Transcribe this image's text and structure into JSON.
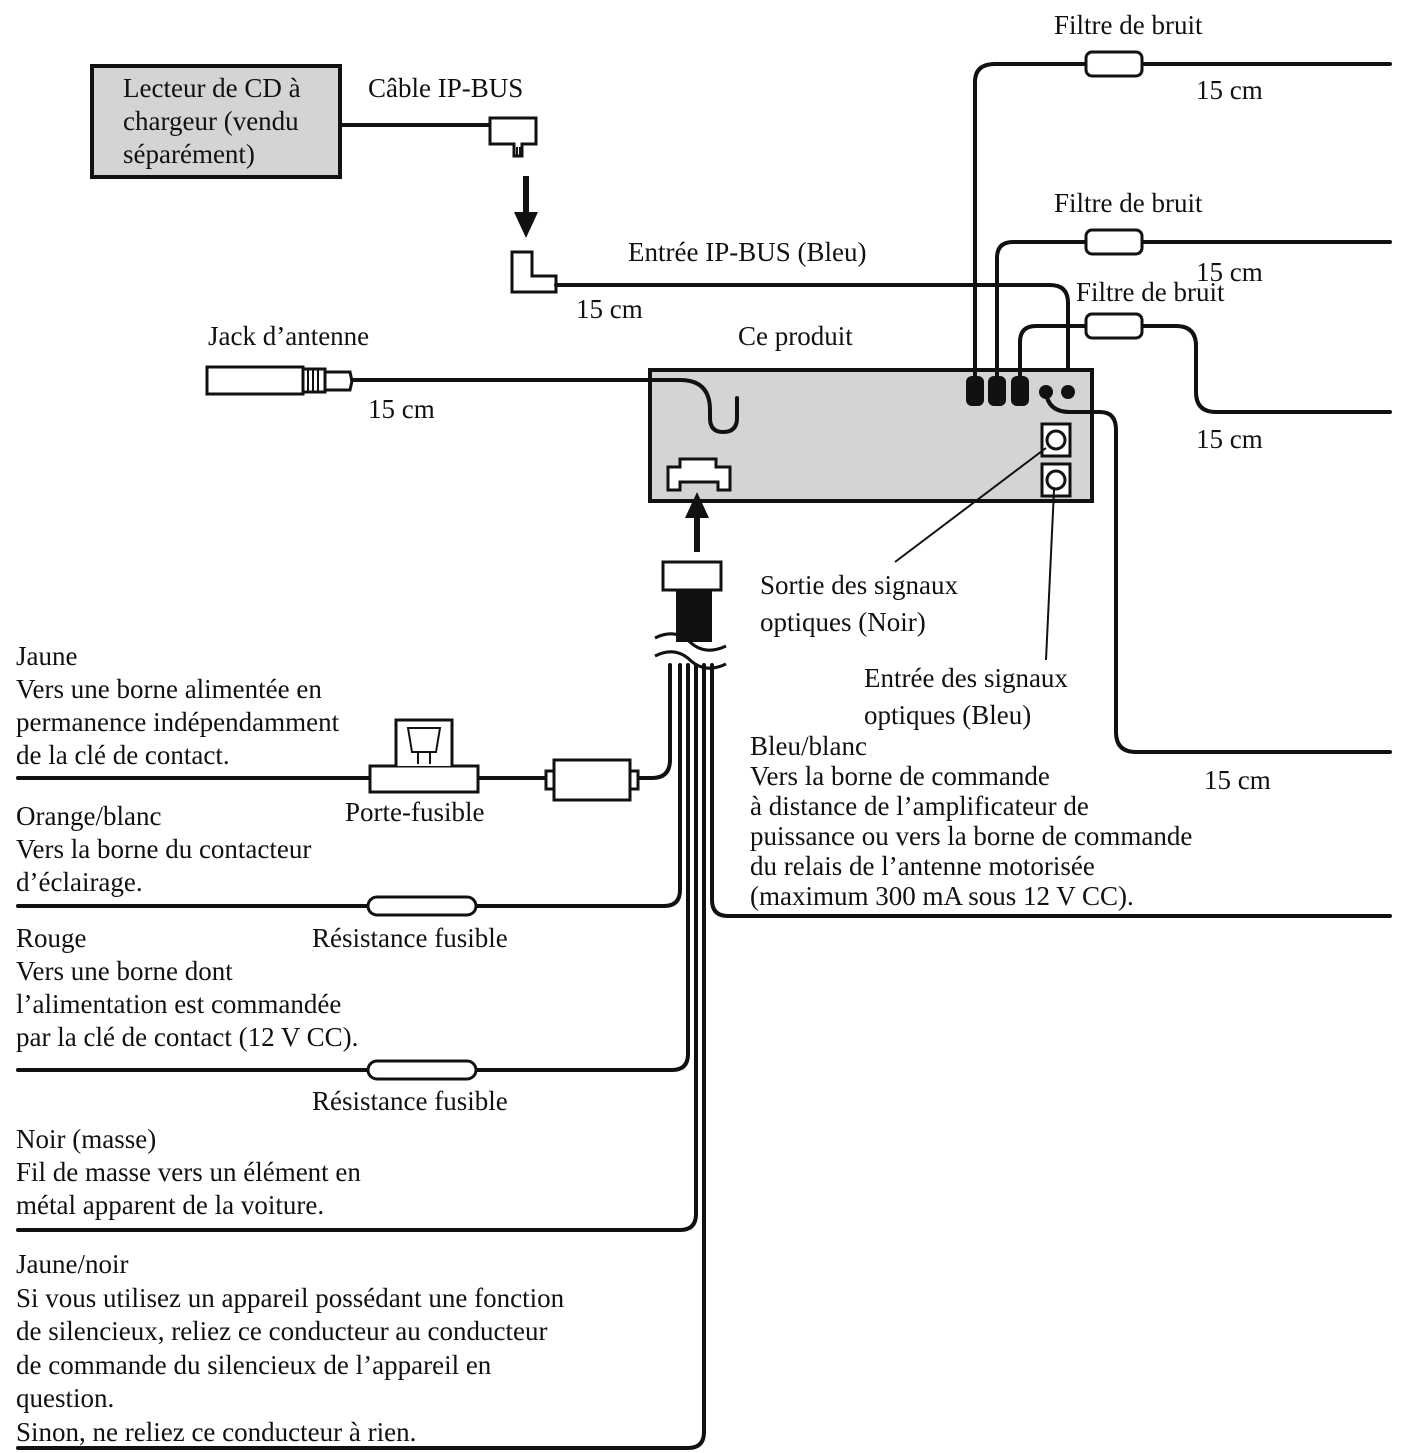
{
  "cd_changer": {
    "lines": [
      "Lecteur de CD à",
      "chargeur (vendu",
      "séparément)"
    ]
  },
  "ipbus_cable": "Câble IP-BUS",
  "ipbus_input": "Entrée IP-BUS (Bleu)",
  "antenna_jack": "Jack d’antenne",
  "product": "Ce produit",
  "noise_filter_1": "Filtre de bruit",
  "noise_filter_2": "Filtre de bruit",
  "noise_filter_3": "Filtre de bruit",
  "length_15cm": "15 cm",
  "optical_output": [
    "Sortie des signaux",
    "optiques (Noir)"
  ],
  "optical_input": [
    "Entrée des signaux",
    "optiques (Bleu)"
  ],
  "blue_white": {
    "lines": [
      "Bleu/blanc",
      "Vers la borne de commande",
      "à distance de l’amplificateur de",
      "puissance ou vers la borne de commande",
      "du relais de l’antenne motorisée",
      "(maximum 300 mA sous 12 V CC)."
    ]
  },
  "yellow": {
    "lines": [
      "Jaune",
      "Vers une borne alimentée en",
      "permanence indépendamment",
      "de la clé de contact."
    ]
  },
  "fuse_holder": "Porte-fusible",
  "orange_white": {
    "lines": [
      "Orange/blanc",
      "Vers la borne du contacteur",
      "d’éclairage."
    ]
  },
  "fuse_resistor": "Résistance fusible",
  "red": {
    "lines": [
      "Rouge",
      "Vers une borne dont",
      "l’alimentation est commandée",
      "par la clé de contact (12 V CC)."
    ]
  },
  "black": {
    "lines": [
      "Noir (masse)",
      "Fil de masse vers un élément en",
      "métal apparent de la voiture."
    ]
  },
  "yellow_black": {
    "lines": [
      "Jaune/noir",
      "Si vous utilisez un appareil possédant une fonction",
      "de silencieux, reliez ce conducteur au conducteur",
      "de commande du silencieux de l’appareil en",
      "question.",
      "Sinon, ne reliez ce conducteur à rien."
    ]
  }
}
